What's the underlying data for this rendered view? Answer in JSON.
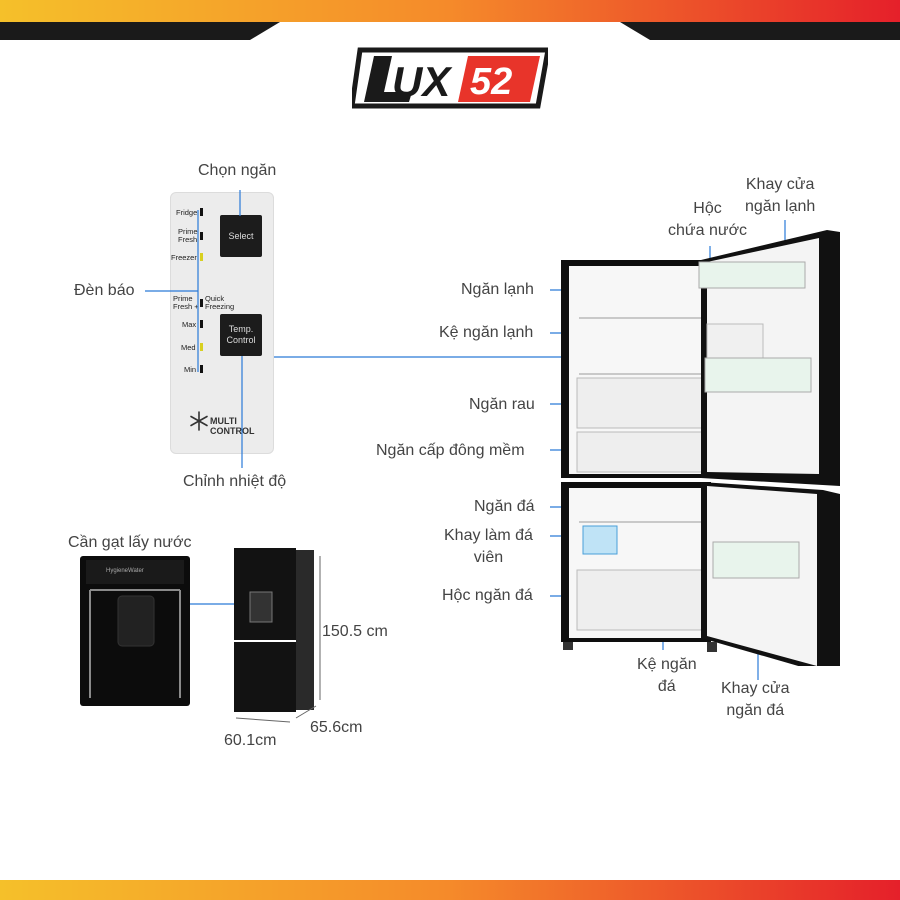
{
  "brand": {
    "logo_text": "LUX52"
  },
  "panel": {
    "leds": [
      {
        "label": "Fridge",
        "on": false
      },
      {
        "label": "Prime\nFresh",
        "on": false
      },
      {
        "label": "Freezer",
        "on": true
      },
      {
        "label": "Prime\nFresh +",
        "on": false
      },
      {
        "label": "Max",
        "on": false
      },
      {
        "label": "Med",
        "on": true
      },
      {
        "label": "Min",
        "on": false
      }
    ],
    "quick_freezing": "Quick\nFreezing",
    "select_button": "Select",
    "temp_button": "Temp.\nControl",
    "multi_control": "MULTI\nCONTROL"
  },
  "labels": {
    "chon_ngan": "Chọn ngăn",
    "den_bao": "Đèn báo",
    "chinh_nhiet_do": "Chỉnh nhiệt độ",
    "can_gat": "Cần gạt lấy nước",
    "height": "150.5 cm",
    "width": "60.1cm",
    "depth": "65.6cm",
    "ngan_lanh": "Ngăn lạnh",
    "ke_ngan_lanh": "Kệ ngăn lạnh",
    "ngan_rau": "Ngăn rau",
    "ngan_cap_dong": "Ngăn cấp đông mềm",
    "ngan_da": "Ngăn đá",
    "khay_lam_da": "Khay làm đá\nviên",
    "hoc_ngan_da": "Hộc ngăn đá",
    "hoc_chua_nuoc": "Hộc\nchứa nước",
    "khay_cua_lanh": "Khay cửa\nngăn lạnh",
    "ke_ngan_da": "Kệ ngăn\nđá",
    "khay_cua_da": "Khay cửa\nngăn đá"
  },
  "dispenser": {
    "brand": "HygieneWater"
  },
  "colors": {
    "accent_blue": "#2a7ad8",
    "band_start": "#f5c02a",
    "band_end": "#e5202a"
  }
}
